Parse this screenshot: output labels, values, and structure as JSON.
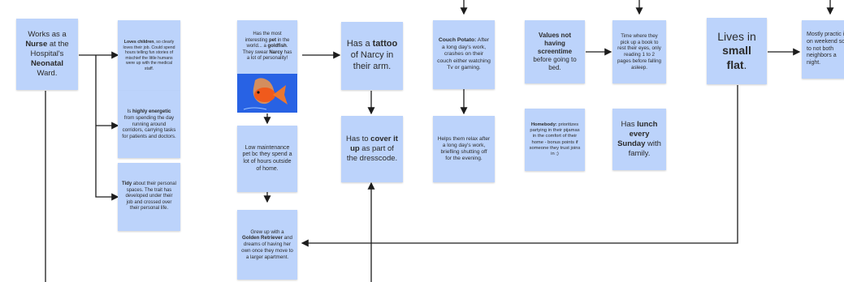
{
  "board": {
    "notes": [
      {
        "id": "nurse",
        "segments": [
          [
            "Works as a ",
            false
          ],
          [
            "Nurse",
            true
          ],
          [
            " at the Hospital's ",
            false
          ],
          [
            "Neonatal",
            true
          ],
          [
            " Ward.",
            false
          ]
        ]
      },
      {
        "id": "loves-children",
        "segments": [
          [
            "Loves children",
            true
          ],
          [
            ", so clearly loves their job. Could spend hours telling fun stories of mischief the little humans were up with the medical staff.",
            false
          ]
        ]
      },
      {
        "id": "energetic",
        "segments": [
          [
            "Is ",
            false
          ],
          [
            "highly energetic",
            true
          ],
          [
            " from spending the day running around corridors, carrying tasks for patients and doctors.",
            false
          ]
        ]
      },
      {
        "id": "tidy",
        "segments": [
          [
            "Tidy",
            true
          ],
          [
            " about their personal spaces. The trait has developed under their job and crossed over their personal life.",
            false
          ]
        ]
      },
      {
        "id": "pet",
        "segments": [
          [
            "Has the most interesting ",
            false
          ],
          [
            "pet",
            true
          ],
          [
            " in the world... a ",
            false
          ],
          [
            "goldfish",
            true
          ],
          [
            ". They swear ",
            false
          ],
          [
            "Narcy",
            true
          ],
          [
            " has a lot of personality!",
            false
          ]
        ]
      },
      {
        "id": "low-maintenance",
        "segments": [
          [
            "Low maintenance pet bc they spend a lot of hours outside of home.",
            false
          ]
        ]
      },
      {
        "id": "golden-retriever",
        "segments": [
          [
            "Grew up with a ",
            false
          ],
          [
            "Golden Retriever",
            true
          ],
          [
            " and dreams of having her own once they move to a larger apartment.",
            false
          ]
        ]
      },
      {
        "id": "tattoo",
        "segments": [
          [
            "Has a ",
            false
          ],
          [
            "tattoo",
            true
          ],
          [
            " of Narcy in their arm.",
            false
          ]
        ]
      },
      {
        "id": "cover-tattoo",
        "segments": [
          [
            "Has to ",
            false
          ],
          [
            "cover it up",
            true
          ],
          [
            " as part of the dresscode.",
            false
          ]
        ]
      },
      {
        "id": "couch-potato",
        "segments": [
          [
            "Couch Potato:",
            true
          ],
          [
            " After a long day's work, crashes on their couch either watching Tv or gaming.",
            false
          ]
        ]
      },
      {
        "id": "relax",
        "segments": [
          [
            "Helps them relax after a long day's work, briefling shutting off for the evening.",
            false
          ]
        ]
      },
      {
        "id": "screentime",
        "segments": [
          [
            "Values not having screentime",
            true
          ],
          [
            " before going to bed.",
            false
          ]
        ]
      },
      {
        "id": "book",
        "segments": [
          [
            "Time where they pick up a book to rest their eyes, only reading 1 to 2 pages before falling asleep.",
            false
          ]
        ]
      },
      {
        "id": "homebody",
        "segments": [
          [
            "Homebody:",
            true
          ],
          [
            " prioritizes partying in their pijamas in the comfort of their home - bonus points if someone they trust joins in ;)",
            false
          ]
        ]
      },
      {
        "id": "lunch",
        "segments": [
          [
            "Has ",
            false
          ],
          [
            "lunch every Sunday",
            true
          ],
          [
            " with family.",
            false
          ]
        ]
      },
      {
        "id": "small-flat",
        "segments": [
          [
            "Lives in ",
            false
          ],
          [
            "small flat",
            true
          ],
          [
            ".",
            false
          ]
        ]
      },
      {
        "id": "practice",
        "segments": [
          [
            "Mostly practic it on weekend so to not both neighbors a night.",
            false
          ]
        ]
      }
    ],
    "goldfish_image": {
      "label": "goldfish-photo",
      "colors": {
        "water": "#1f4fd6",
        "fish": "#f05a1c",
        "fin": "#ff9a3c"
      }
    }
  },
  "colors": {
    "note": "#bcd3fb",
    "line": "#1c1c1c",
    "text": "#2b2b2b"
  }
}
